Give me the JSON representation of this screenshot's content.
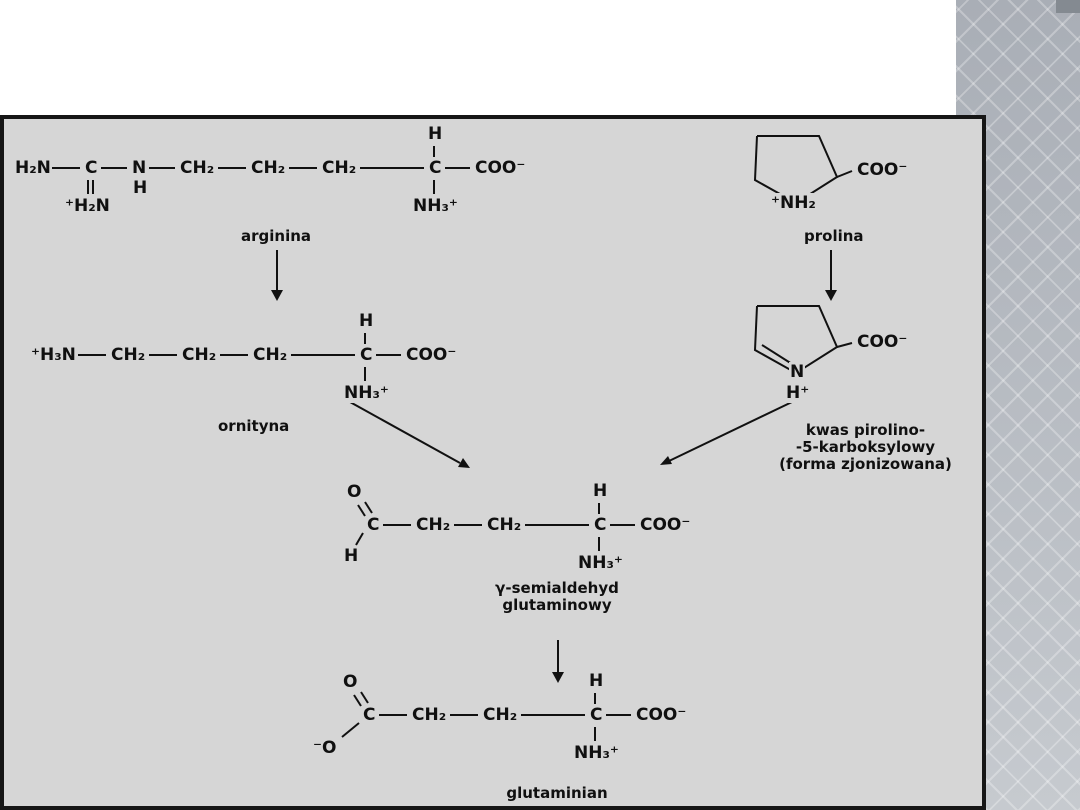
{
  "colors": {
    "page_bg": "#ffffff",
    "panel_bg": "#d6d6d6",
    "panel_border": "#161616",
    "ink": "#101010",
    "pattern_strip_bg": "#b3b8bf"
  },
  "molecules": {
    "arginina": {
      "chain": [
        "H₂N",
        "C",
        "N",
        "CH₂",
        "CH₂",
        "CH₂",
        "C",
        "COO⁻"
      ],
      "h_top": "H",
      "imine_group": "⁺H₂N",
      "n_hydrogen": "H",
      "ammonium": "NH₃⁺",
      "label": "arginina"
    },
    "ornityna": {
      "chain": [
        "⁺H₃N",
        "CH₂",
        "CH₂",
        "CH₂",
        "C",
        "COO⁻"
      ],
      "h_top": "H",
      "ammonium": "NH₃⁺",
      "label": "ornityna"
    },
    "prolina": {
      "ring_nitrogen": "⁺NH₂",
      "carboxylate": "COO⁻",
      "label": "prolina"
    },
    "kwas_pirolino": {
      "ring_nitrogen": "N",
      "proton": "H⁺",
      "carboxylate": "COO⁻",
      "label_line1": "kwas pirolino-",
      "label_line2": "-5-karboksylowy",
      "label_line3": "(forma zjonizowana)"
    },
    "semialdehyd": {
      "aldehyde_o": "O",
      "aldehyde_h": "H",
      "chain": [
        "C",
        "CH₂",
        "CH₂",
        "C",
        "COO⁻"
      ],
      "h_top": "H",
      "ammonium": "NH₃⁺",
      "label_line1": "γ-semialdehyd",
      "label_line2": "glutaminowy"
    },
    "glutaminian": {
      "carboxyl_o": "O",
      "carboxyl_o_minus": "⁻O",
      "chain": [
        "C",
        "CH₂",
        "CH₂",
        "C",
        "COO⁻"
      ],
      "h_top": "H",
      "ammonium": "NH₃⁺",
      "label": "glutaminian"
    }
  }
}
